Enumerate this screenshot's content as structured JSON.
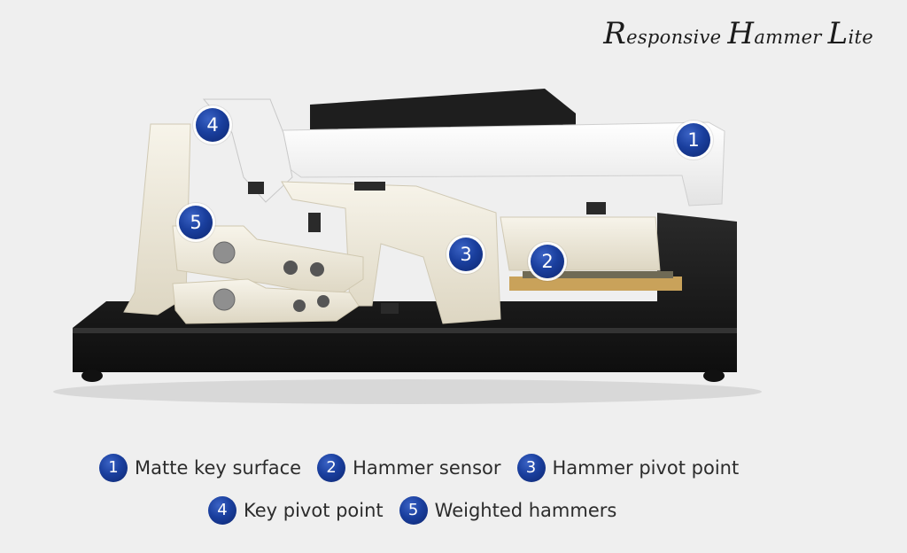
{
  "title": {
    "cap1": "R",
    "rest1": "esponsive ",
    "cap2": "H",
    "rest2": "ammer ",
    "cap3": "L",
    "rest3": "ite"
  },
  "markers": [
    "1",
    "2",
    "3",
    "4",
    "5"
  ],
  "legend": [
    {
      "num": "1",
      "label": "Matte key surface"
    },
    {
      "num": "2",
      "label": "Hammer sensor"
    },
    {
      "num": "3",
      "label": "Hammer pivot point"
    },
    {
      "num": "4",
      "label": "Key pivot point"
    },
    {
      "num": "5",
      "label": "Weighted hammers"
    }
  ],
  "colors": {
    "marker": "#1a3f9e",
    "base": "#161616",
    "plastic": "#efeadb",
    "key": "#f6f6f6"
  }
}
